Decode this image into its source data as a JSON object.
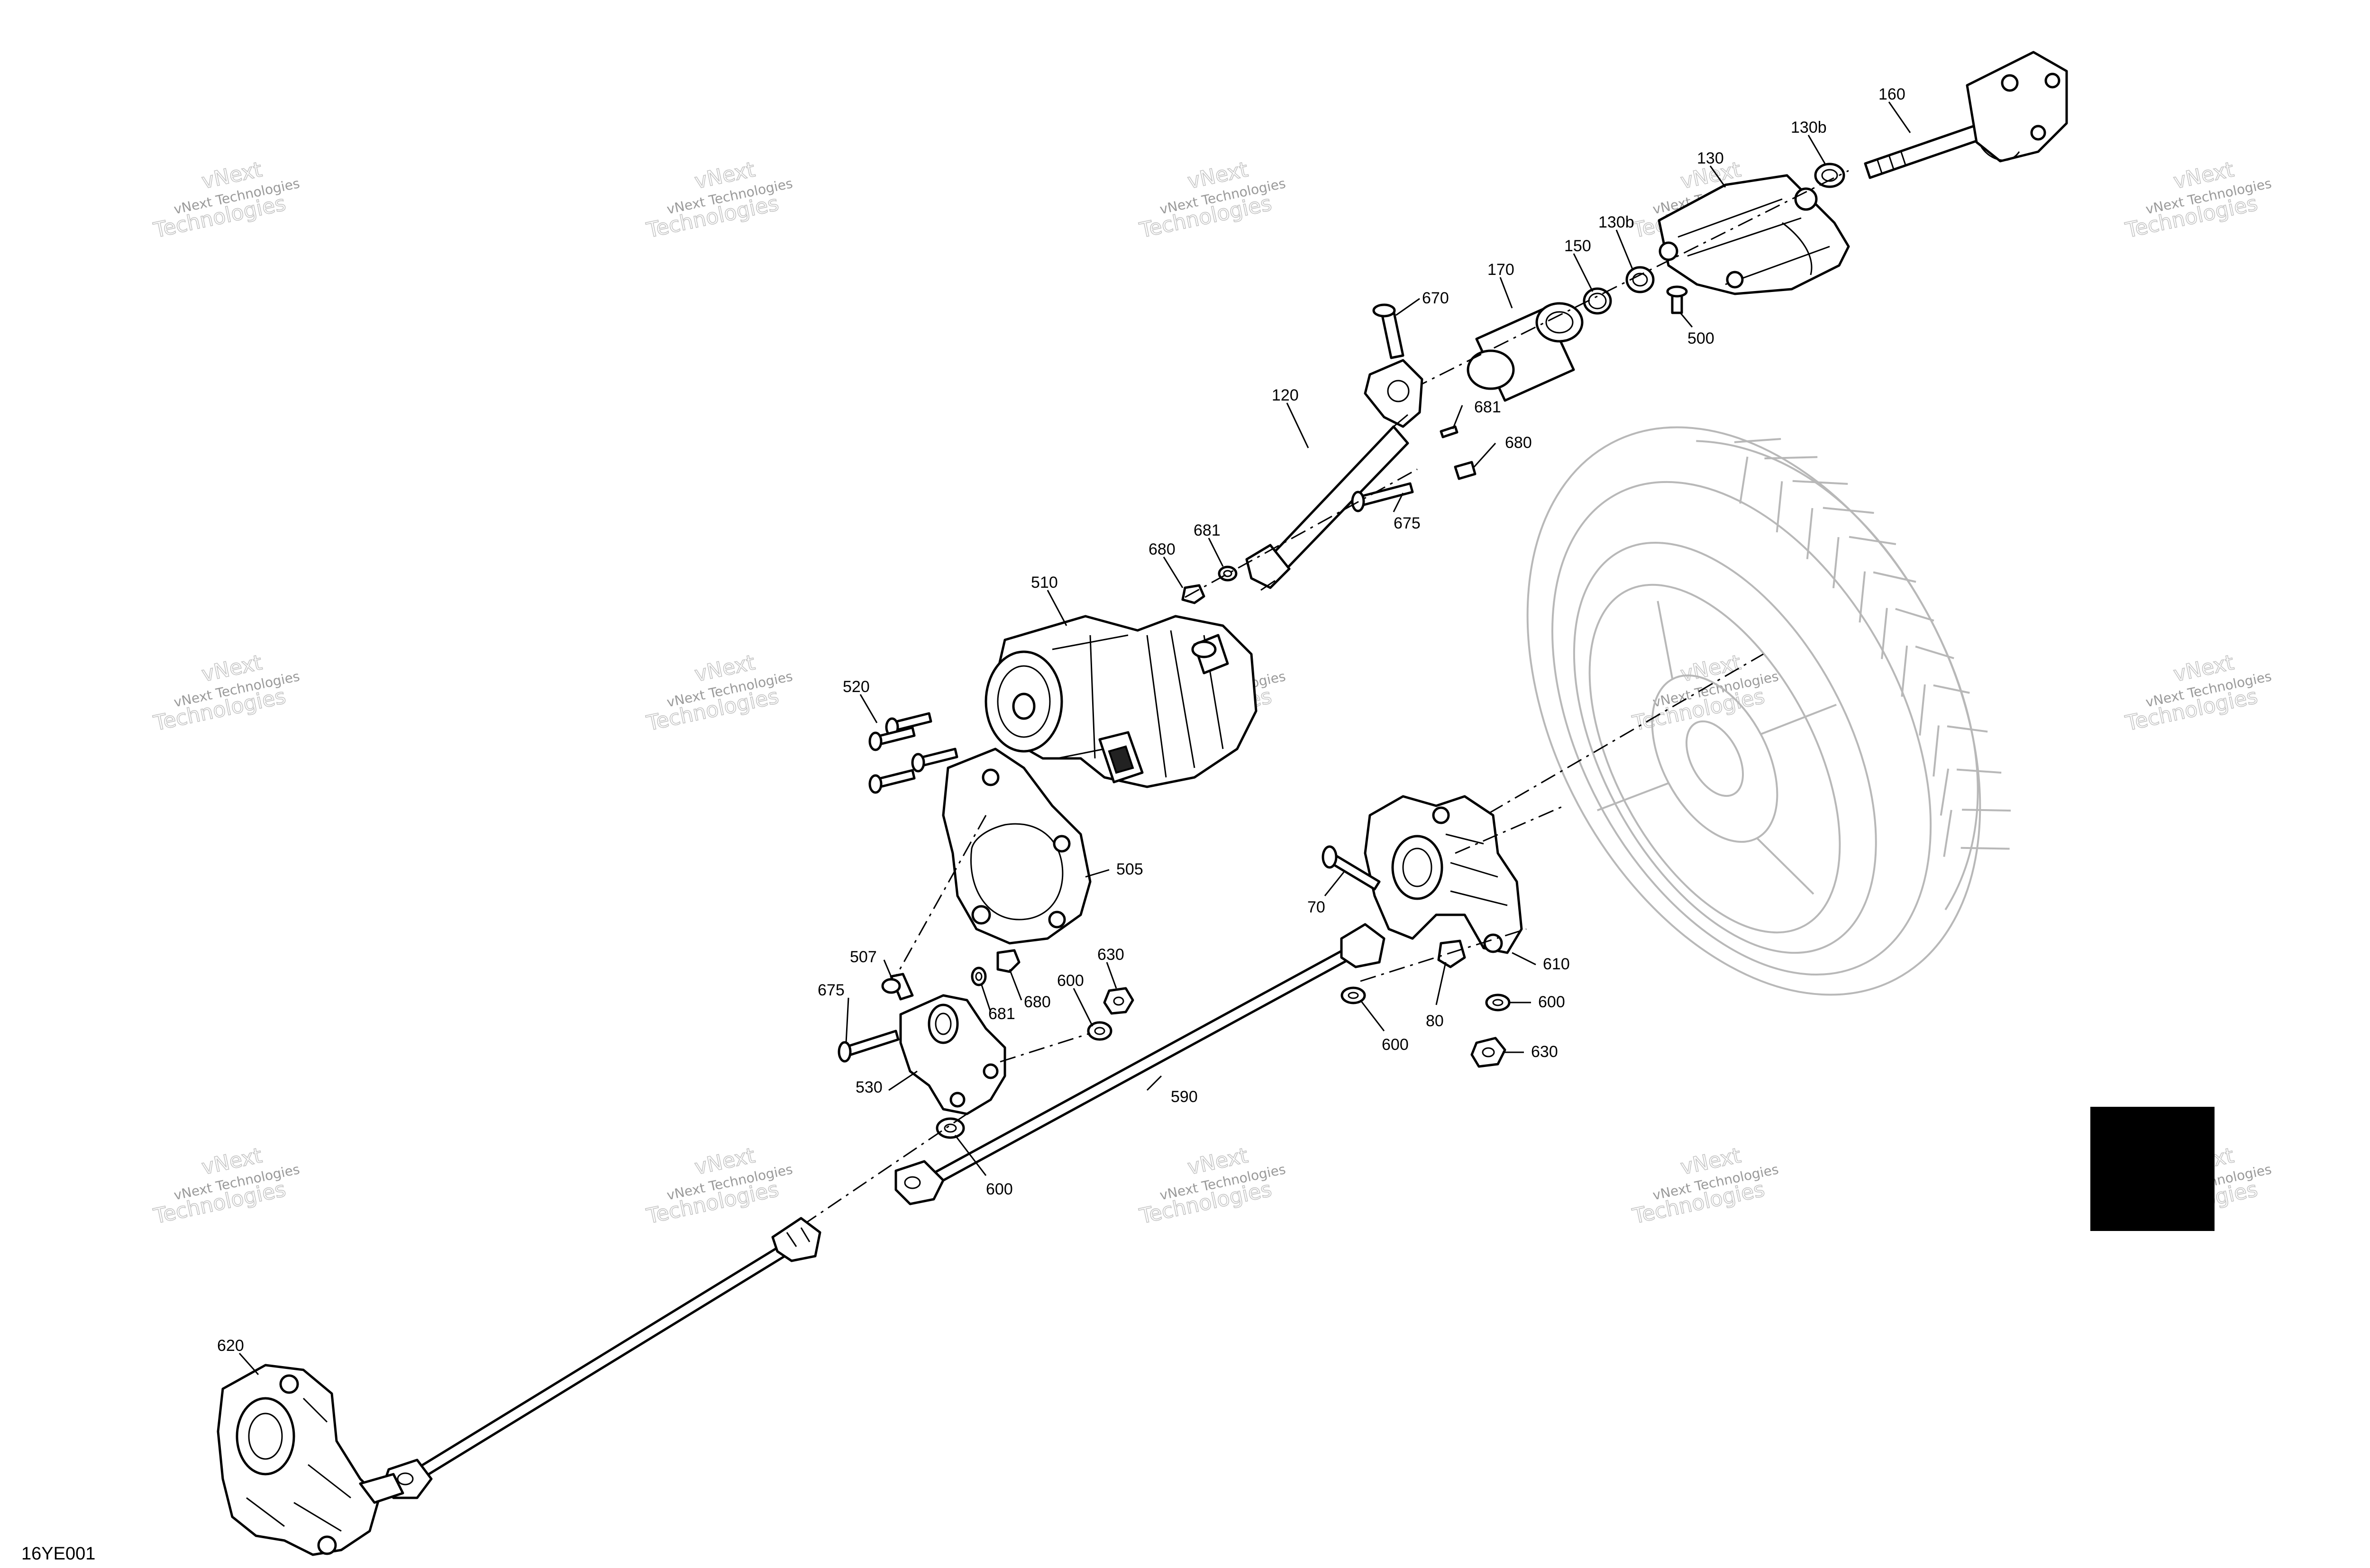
{
  "diagram_code": "16YE001",
  "watermark": {
    "line1": "vNext Technologies",
    "line2": "Technologies",
    "top": "vNext"
  },
  "callouts": [
    {
      "id": "c160",
      "text": "160"
    },
    {
      "id": "c130b_top",
      "text": "130b"
    },
    {
      "id": "c130",
      "text": "130"
    },
    {
      "id": "c130b",
      "text": "130b"
    },
    {
      "id": "c150",
      "text": "150"
    },
    {
      "id": "c170",
      "text": "170"
    },
    {
      "id": "c670",
      "text": "670"
    },
    {
      "id": "c500",
      "text": "500"
    },
    {
      "id": "c681_top",
      "text": "681"
    },
    {
      "id": "c680_top",
      "text": "680"
    },
    {
      "id": "c120",
      "text": "120"
    },
    {
      "id": "c675_top",
      "text": "675"
    },
    {
      "id": "c681_mid",
      "text": "681"
    },
    {
      "id": "c680_mid",
      "text": "680"
    },
    {
      "id": "c510",
      "text": "510"
    },
    {
      "id": "c520",
      "text": "520"
    },
    {
      "id": "c505",
      "text": "505"
    },
    {
      "id": "c70",
      "text": "70"
    },
    {
      "id": "c610",
      "text": "610"
    },
    {
      "id": "c600_r",
      "text": "600"
    },
    {
      "id": "c80",
      "text": "80"
    },
    {
      "id": "c600_rm",
      "text": "600"
    },
    {
      "id": "c630_r",
      "text": "630"
    },
    {
      "id": "c507",
      "text": "507"
    },
    {
      "id": "c630_m",
      "text": "630"
    },
    {
      "id": "c680_low",
      "text": "680"
    },
    {
      "id": "c600_m",
      "text": "600"
    },
    {
      "id": "c681_low",
      "text": "681"
    },
    {
      "id": "c675_low",
      "text": "675"
    },
    {
      "id": "c530",
      "text": "530"
    },
    {
      "id": "c590",
      "text": "590"
    },
    {
      "id": "c600_low",
      "text": "600"
    },
    {
      "id": "c620",
      "text": "620"
    }
  ]
}
